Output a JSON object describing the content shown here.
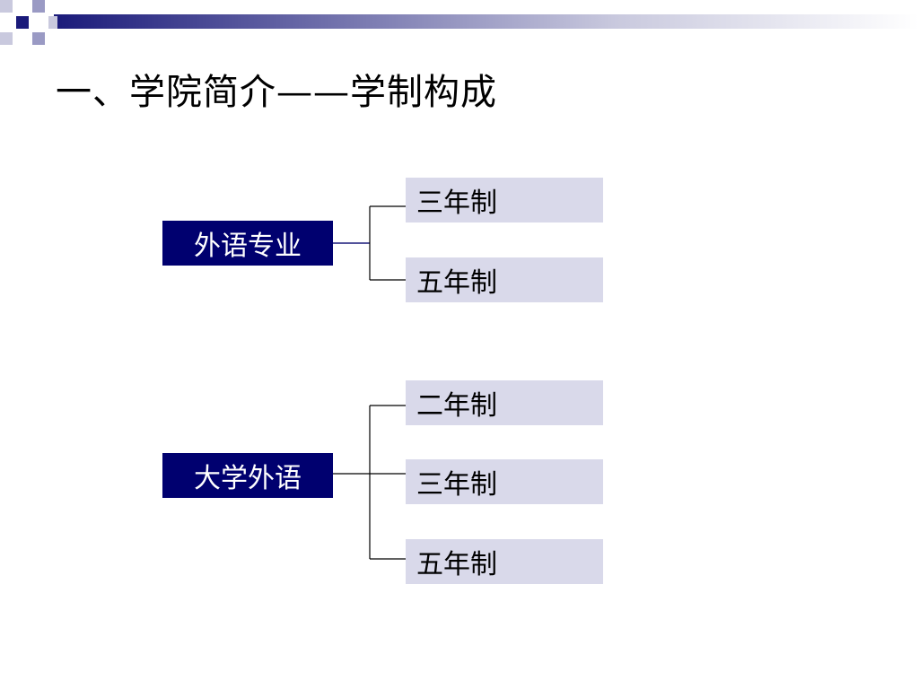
{
  "slide": {
    "title": "一、学院简介——学制构成"
  },
  "diagram": {
    "groups": [
      {
        "root": "外语专业",
        "children": [
          "三年制",
          "五年制"
        ]
      },
      {
        "root": "大学外语",
        "children": [
          "二年制",
          "三年制",
          "五年制"
        ]
      }
    ]
  },
  "colors": {
    "root_fill": "#00006f",
    "leaf_fill": "#d9d9ea",
    "accent": "#1a1a7a"
  }
}
